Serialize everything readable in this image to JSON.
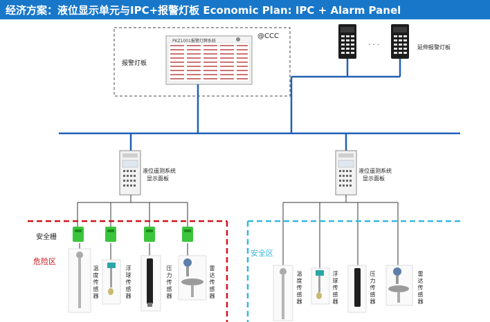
{
  "title": "经济方案：液位显示单元与IPC+报警灯板 Economic Plan: IPC + Alarm Panel",
  "alarm_panel": {
    "label": "报警灯板",
    "header": "PKZ1001报警灯牌系统",
    "ccc": "@CCC"
  },
  "extension_panel": {
    "label": "延伸报警灯板",
    "dots": "· · ·"
  },
  "display_units": [
    {
      "label_line1": "液位遥测系统",
      "label_line2": "显示面板"
    },
    {
      "label_line1": "液位遥测系统",
      "label_line2": "显示面板"
    }
  ],
  "safety_barrier_label": "安全栅",
  "zones": {
    "danger": "危险区",
    "safe": "安全区"
  },
  "sensors": [
    "温度传感器",
    "浮球传感器",
    "压力传感器",
    "雷达传感器"
  ],
  "colors": {
    "title_bg": "#1877c9",
    "bus": "#1f5fb4",
    "danger": "#d0121b",
    "safe": "#34b7dc",
    "barrier": "#3cc43c"
  }
}
